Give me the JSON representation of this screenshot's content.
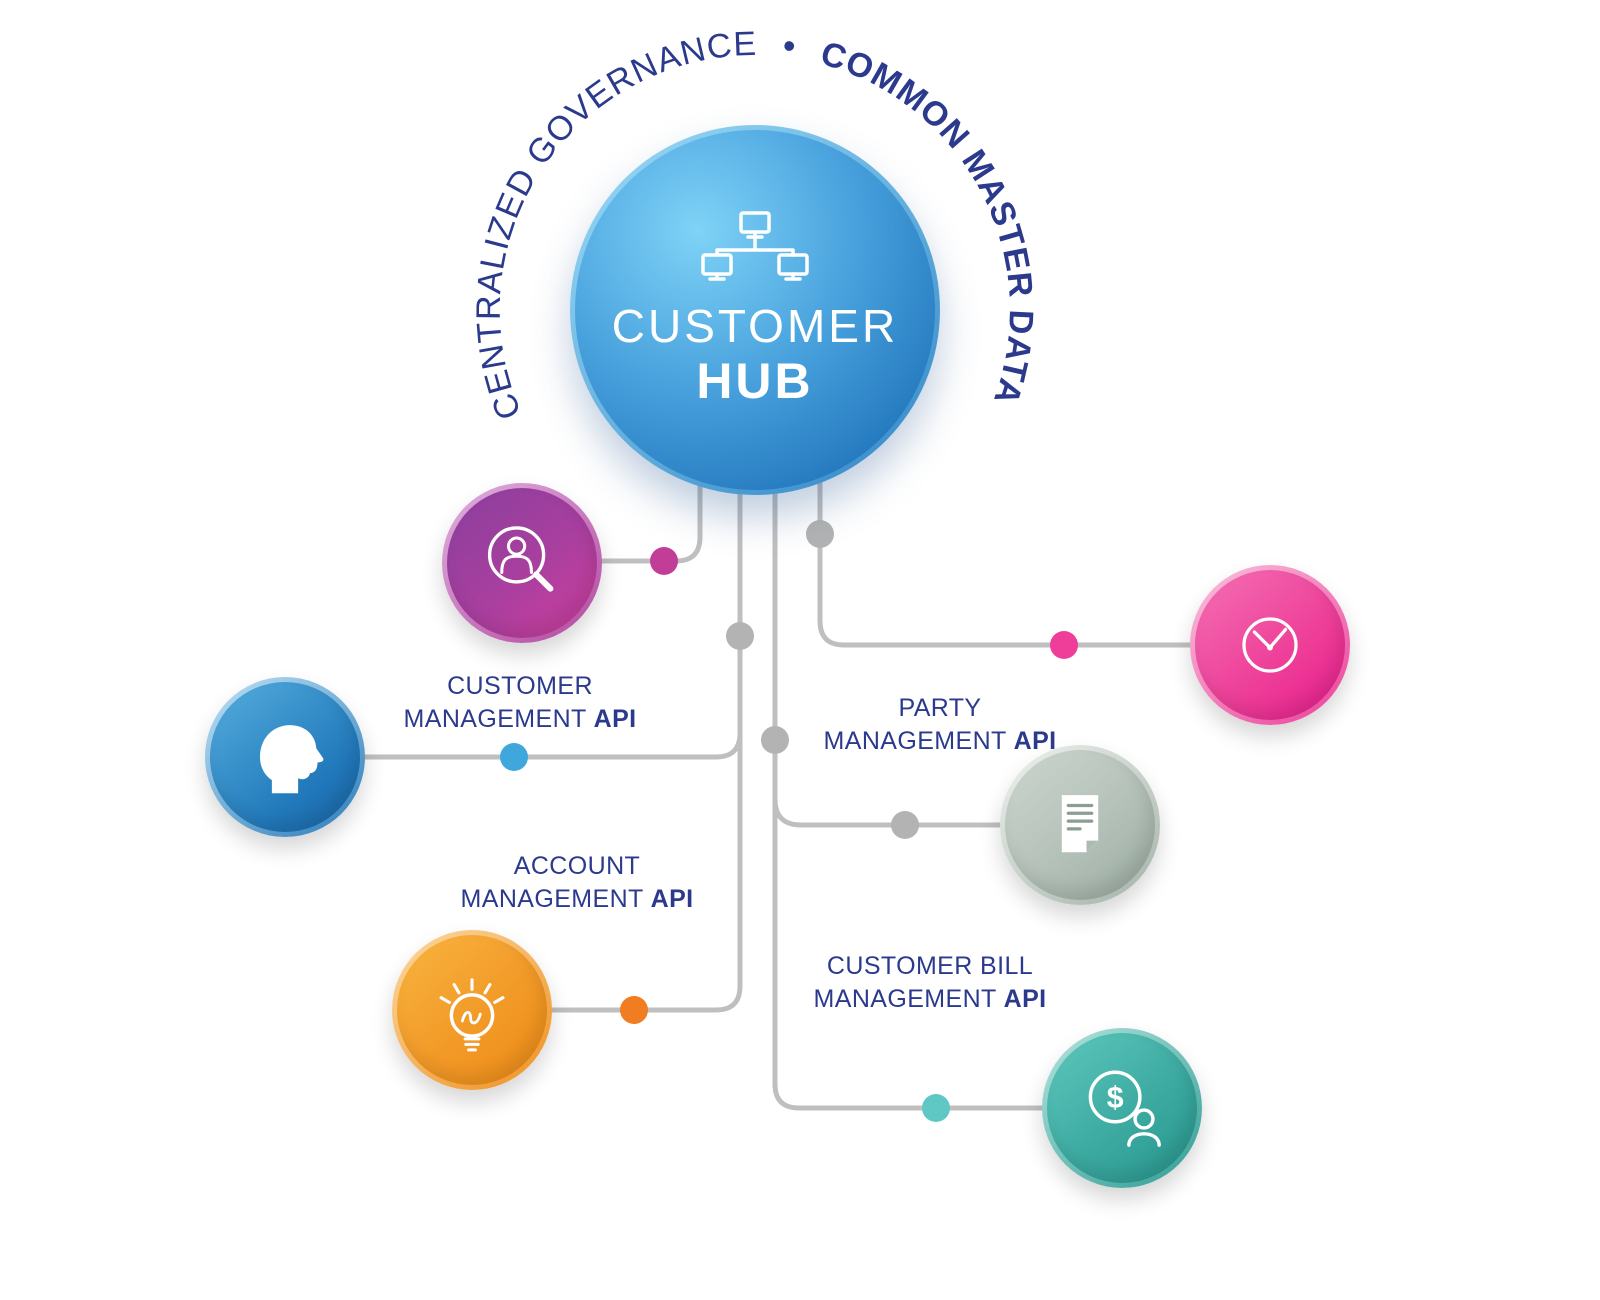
{
  "hub": {
    "icon": "network-computers-icon",
    "title_line1": "CUSTOMER",
    "title_line2": "HUB",
    "arc_regular": "CENTRALIZED GOVERNANCE",
    "arc_separator": "•",
    "arc_bold": "COMMON MASTER DATA"
  },
  "labels": [
    {
      "line1": "CUSTOMER",
      "line2": "MANAGEMENT",
      "bold": "API"
    },
    {
      "line1": "ACCOUNT",
      "line2": "MANAGEMENT",
      "bold": "API"
    },
    {
      "line1": "PARTY",
      "line2": "MANAGEMENT",
      "bold": "API"
    },
    {
      "line1": "CUSTOMER BILL",
      "line2": "MANAGEMENT",
      "bold": "API"
    }
  ],
  "satellites": [
    {
      "name": "customer-search",
      "icon": "person-search-icon",
      "color_from": "#8a3f9d",
      "color_to": "#d13f9e"
    },
    {
      "name": "head-profile",
      "icon": "head-profile-icon",
      "color_from": "#55aede",
      "color_to": "#1a67a8"
    },
    {
      "name": "idea",
      "icon": "lightbulb-icon",
      "color_from": "#f9b440",
      "color_to": "#ef8c16"
    },
    {
      "name": "meter",
      "icon": "gauge-icon",
      "color_from": "#f470b4",
      "color_to": "#ea1c8e"
    },
    {
      "name": "document",
      "icon": "document-icon",
      "color_from": "#cdd6cf",
      "color_to": "#9aaba2"
    },
    {
      "name": "billing",
      "icon": "dollar-person-icon",
      "color_from": "#5ec7bd",
      "color_to": "#27968d"
    }
  ],
  "icons": {
    "dollar_sign": "$"
  },
  "palette": {
    "arc_text": "#2b3a8c",
    "label_text": "#2b3a8c",
    "hub_light": "#7fd3f7",
    "hub_dark": "#1d71b8",
    "line": "#bfbfbf",
    "dot_gray": "#b3b3b3",
    "dot_magenta": "#c23d98",
    "dot_blue": "#3fa7dc",
    "dot_pink": "#ee3e99",
    "dot_orange": "#f07d22",
    "dot_teal": "#5fc8c5"
  }
}
